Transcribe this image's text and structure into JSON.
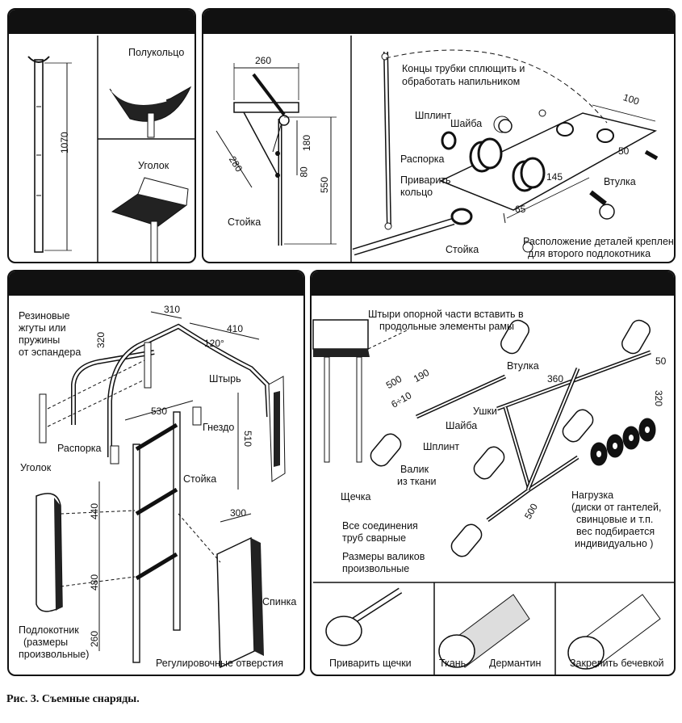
{
  "caption": "Рис. 3. Съемные снаряды.",
  "panel1": {
    "dim_height": "1070",
    "half_ring": "Полукольцо",
    "angle": "Уголок"
  },
  "panel2": {
    "dim_width": "260",
    "dim_diag": "280",
    "dim_180": "180",
    "dim_80": "80",
    "dim_550": "550",
    "post": "Стойка",
    "flatten_line1": "Концы трубки сплющить и",
    "flatten_line2": "обработать напильником",
    "cotter": "Шплинт",
    "washer": "Шайба",
    "dim_100": "100",
    "dim_50": "50",
    "dim_145": "145",
    "dim_65": "65",
    "sleeve": "Втулка",
    "spacer": "Распорка",
    "weld_ring_line1": "Приварить",
    "weld_ring_line2": "кольцо",
    "post2": "Стойка",
    "note_line1": "Расположение деталей крепления",
    "note_line2": "для второго подлокотника"
  },
  "panel3": {
    "rubber_line1": "Резиновые",
    "rubber_line2": "жгуты или",
    "rubber_line3": "пружины",
    "rubber_line4": "от эспандера",
    "dim_310": "310",
    "dim_410": "410",
    "dim_320": "320",
    "dim_120": "120°",
    "pin": "Штырь",
    "dim_530": "530",
    "socket": "Гнездо",
    "dim_510": "510",
    "spacer": "Распорка",
    "angle": "Уголок",
    "post": "Стойка",
    "dim_300": "300",
    "dim_440": "440",
    "dim_480": "480",
    "dim_260": "260",
    "back": "Спинка",
    "armrest_line1": "Подлокотник",
    "armrest_line2": "(размеры",
    "armrest_line3": "произвольные)",
    "holes": "Регулировочные отверстия"
  },
  "panel4": {
    "pins_line1": "Штыри опорной части вставить в",
    "pins_line2": "продольные элементы рамы",
    "sleeve": "Втулка",
    "dim_500": "500",
    "dim_190": "190",
    "dim_6_10": "6÷10",
    "dim_360": "360",
    "dim_50": "50",
    "dim_320": "320",
    "lugs": "Ушки",
    "washer": "Шайба",
    "cotter": "Шплинт",
    "roller_line1": "Валик",
    "roller_line2": "из ткани",
    "cheek": "Щечка",
    "dim_500b": "500",
    "load_line1": "Нагрузка",
    "load_line2": "(диски от гантелей,",
    "load_line3": "свинцовые и т.п.",
    "load_line4": "вес подбирается",
    "load_line5": "индивидуально )",
    "welded_line1": "Все соединения",
    "welded_line2": "труб сварные",
    "rollers_line1": "Размеры валиков",
    "rollers_line2": "произвольные",
    "weld_cheeks": "Приварить щечки",
    "fabric": "Ткань",
    "leatherette": "Дермантин",
    "tie": "Закрепить бечевкой"
  }
}
